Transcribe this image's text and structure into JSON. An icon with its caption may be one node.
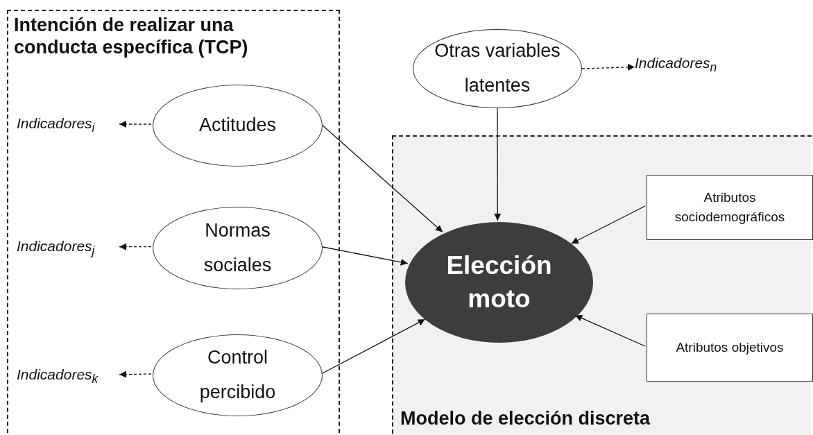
{
  "diagram": {
    "nodes": [
      {
        "text": [
          "Intención de realizar una conducta específica (TCP)"
        ]
      },
      {
        "text": [
          "Actitudes"
        ],
        "in": 0
      },
      {
        "text": [
          "Normas sociales"
        ],
        "in": 0
      },
      {
        "text": [
          "Control percibido"
        ],
        "in": 0
      },
      {
        "text": [
          "Indicadores$_{i}$"
        ],
        "in": 0
      },
      {
        "text": [
          "Indicadores$_{j}$"
        ],
        "in": 0
      },
      {
        "text": [
          "Indicadores$_{k}$"
        ],
        "in": 0
      },
      {
        "text": [
          "Otras variables latentes"
        ]
      },
      {
        "text": [
          "Indicadores$_{n}$"
        ]
      },
      {
        "text": [
          "Modelo de elección discreta"
        ]
      },
      {
        "text": [
          "Elección moto"
        ],
        "in": 9
      },
      {
        "text": [
          "Atributos sociodemográficos"
        ],
        "in": 9
      },
      {
        "text": [
          "Atributos objetivos"
        ],
        "in": 9
      }
    ],
    "edges": [
      {
        "from": 1,
        "to": 4,
        "arrow": "to",
        "style": "dashed"
      },
      {
        "from": 2,
        "to": 5,
        "arrow": "to",
        "style": "dashed"
      },
      {
        "from": 3,
        "to": 6,
        "arrow": "to",
        "style": "dashed"
      },
      {
        "from": 7,
        "to": 8,
        "arrow": "to",
        "style": "dashed"
      },
      {
        "from": 1,
        "to": 10,
        "arrow": "to"
      },
      {
        "from": 2,
        "to": 10,
        "arrow": "to"
      },
      {
        "from": 3,
        "to": 10,
        "arrow": "to"
      },
      {
        "from": 7,
        "to": 10,
        "arrow": "to"
      },
      {
        "from": 11,
        "to": 10,
        "arrow": "to"
      },
      {
        "from": 12,
        "to": 10,
        "arrow": "to"
      }
    ]
  }
}
